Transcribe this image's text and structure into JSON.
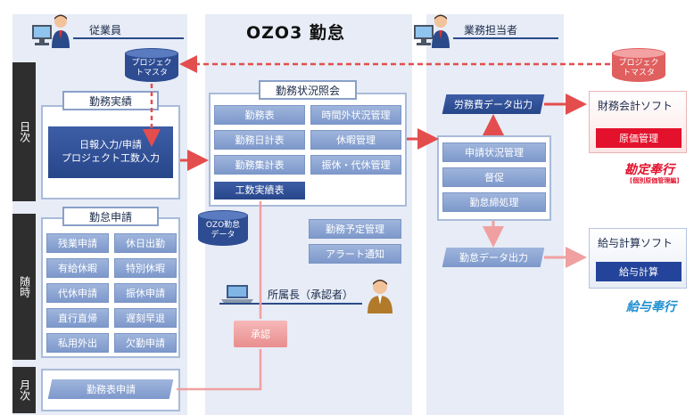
{
  "title": "OZO3 勤怠",
  "columns": {
    "employee": "従業員",
    "staff": "業務担当者",
    "manager": "所属長（承認者）"
  },
  "lanes": {
    "daily": "日次",
    "adhoc": "随時",
    "monthly": "月次"
  },
  "project_master_left": "プロジェクトマスタ",
  "project_master_right": "プロジェクトマスタ",
  "work_results": {
    "title": "勤務実績",
    "entry": "日報入力/申請\nプロジェクト工数入力"
  },
  "absence_requests": {
    "title": "勤怠申請",
    "items": [
      "残業申請",
      "休日出勤",
      "有給休暇",
      "特別休暇",
      "代休申請",
      "振休申請",
      "直行直帰",
      "遅刻早退",
      "私用外出",
      "欠勤申請"
    ]
  },
  "monthly_request": "勤務表申請",
  "status_inquiry": {
    "title": "勤務状況照会",
    "items": [
      "勤務表",
      "時間外状況管理",
      "勤務日計表",
      "休暇管理",
      "勤務集計表",
      "振休・代休管理"
    ],
    "highlight": "工数実績表"
  },
  "ozo_db": "OZO勤怠データ",
  "schedule_mgmt": "勤務予定管理",
  "alert": "アラート通知",
  "approve": "承認",
  "staff_actions": {
    "labor_export": "労務費データ出力",
    "items": [
      "申請状況管理",
      "督促",
      "勤怠締処理"
    ],
    "attendance_export": "勤怠データ出力"
  },
  "accounting": {
    "title": "財務会計ソフト",
    "button": "原価管理",
    "brand": "勘定奉行",
    "brand_sub": "[個別原価管理編]"
  },
  "payroll": {
    "title": "給与計算ソフト",
    "button": "給与計算",
    "brand": "給与奉行"
  }
}
